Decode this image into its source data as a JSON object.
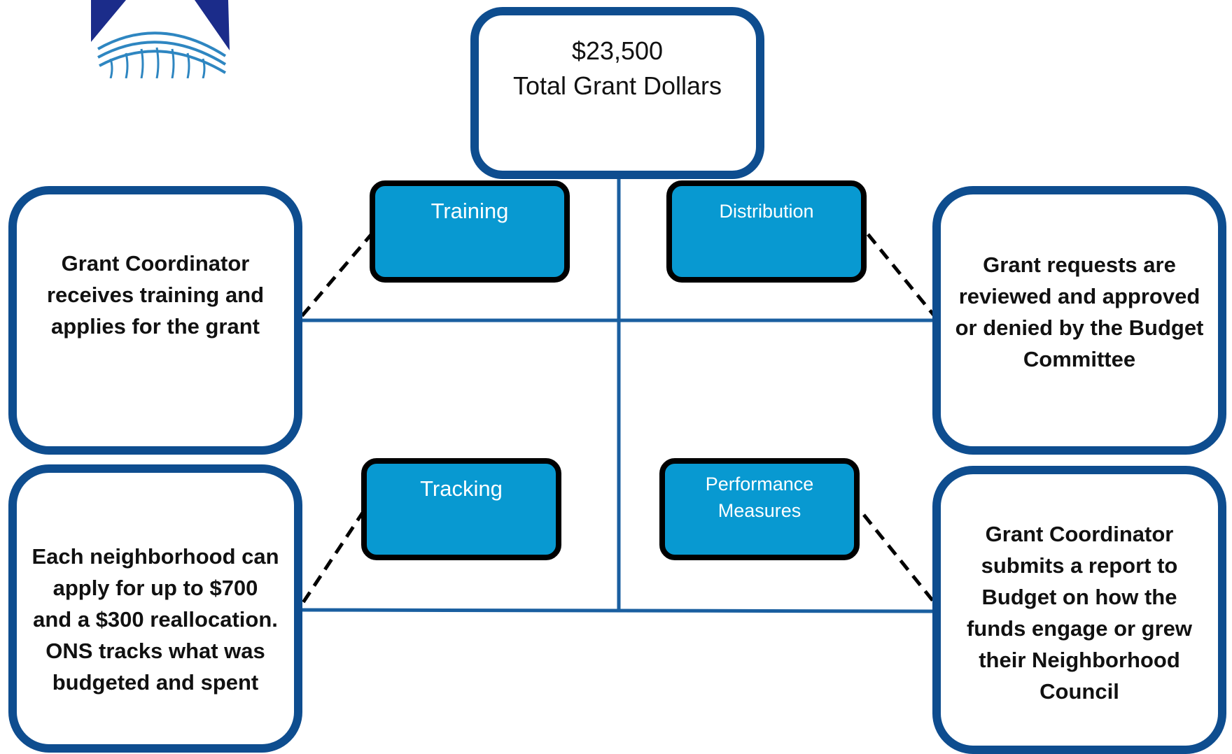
{
  "top": {
    "amount": "$23,500",
    "caption": "Total Grant Dollars"
  },
  "categories": {
    "training": "Training",
    "distribution": "Distribution",
    "tracking": "Tracking",
    "performance_line1": "Performance",
    "performance_line2": "Measures"
  },
  "descriptions": {
    "training": "Grant Coordinator receives training  and applies for the grant",
    "distribution": "Grant requests are reviewed and approved or denied by the Budget Committee",
    "tracking": "Each neighborhood can apply for up to $700 and a $300 reallocation. ONS tracks what was budgeted and spent",
    "performance": "Grant Coordinator submits a report to Budget on how the funds engage or grew their Neighborhood Council"
  },
  "colors": {
    "outline_blue": "#0e4d8f",
    "connector_blue": "#1a5fa0",
    "category_fill": "#0899d1",
    "category_border": "#000000"
  }
}
